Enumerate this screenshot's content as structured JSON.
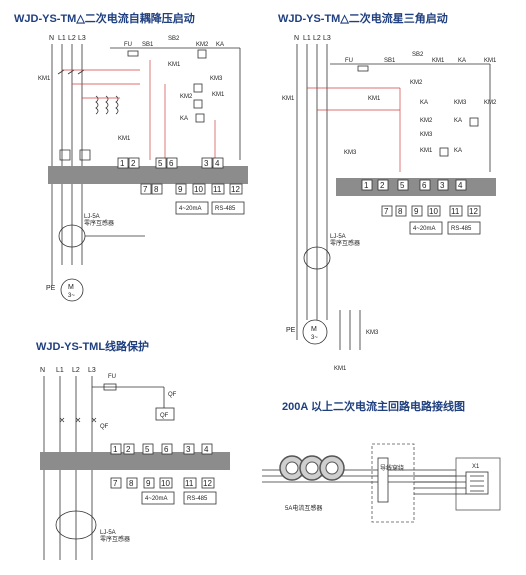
{
  "titles": {
    "d1": "WJD-YS-TM△二次电流自耦降压启动",
    "d2": "WJD-YS-TM△二次电流星三角启动",
    "d3": "WJD-YS-TML线路保护",
    "d4": "200A 以上二次电流主回路电路接线图"
  },
  "phases": [
    "N",
    "L1",
    "L2",
    "L3"
  ],
  "components": {
    "fu": "FU",
    "sb1": "SB1",
    "sb2": "SB2",
    "km1": "KM1",
    "km2": "KM2",
    "km3": "KM3",
    "ka": "KA",
    "qf": "QF",
    "pe": "PE",
    "motor": "M",
    "motor_sub": "3~",
    "x1": "X1"
  },
  "terminals_top": [
    "1",
    "2",
    "5",
    "6",
    "3",
    "4"
  ],
  "terminals_bottom": [
    "7",
    "8",
    "9",
    "10",
    "11",
    "12"
  ],
  "outputs": {
    "analog": "4~20mA",
    "comm": "RS-485"
  },
  "ct_labels": {
    "lj": "LJ-5A",
    "zero_seq": "零序互感器",
    "ct5a": "5A电流互感器",
    "wire": "导线穿绕"
  }
}
